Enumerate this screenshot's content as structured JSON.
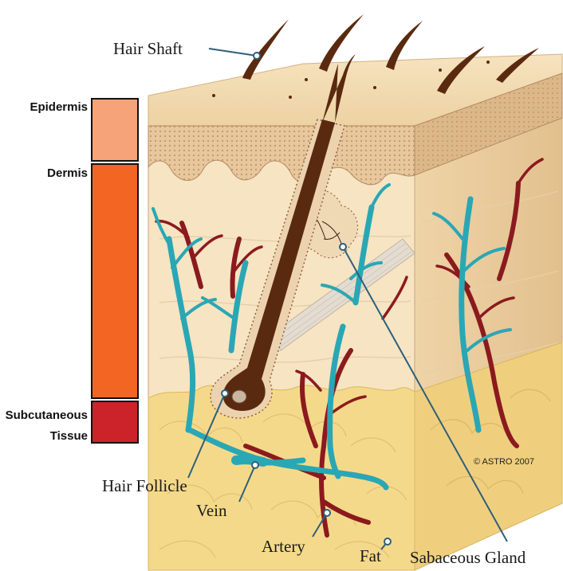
{
  "layers": {
    "epidermis": {
      "label": "Epidermis",
      "color": "#f6a37a"
    },
    "dermis": {
      "label": "Dermis",
      "color": "#f26522"
    },
    "subcutaneous": {
      "label_line1": "Subcutaneous",
      "label_line2": "Tissue",
      "color": "#cc2229"
    }
  },
  "labels": {
    "hair_shaft": "Hair Shaft",
    "hair_follicle": "Hair Follicle",
    "vein": "Vein",
    "artery": "Artery",
    "fat": "Fat",
    "sebaceous_gland": "Sabaceous Gland"
  },
  "copyright": "© ASTRO 2007",
  "colors": {
    "vein": "#2aa7b4",
    "artery": "#8b1a1f",
    "hair": "#5a2a10",
    "skin_surface": "#f3dcb4",
    "dermis_tissue": "#f4e0bd",
    "fat": "#f5d98a",
    "leader": "#2f5f7a"
  }
}
